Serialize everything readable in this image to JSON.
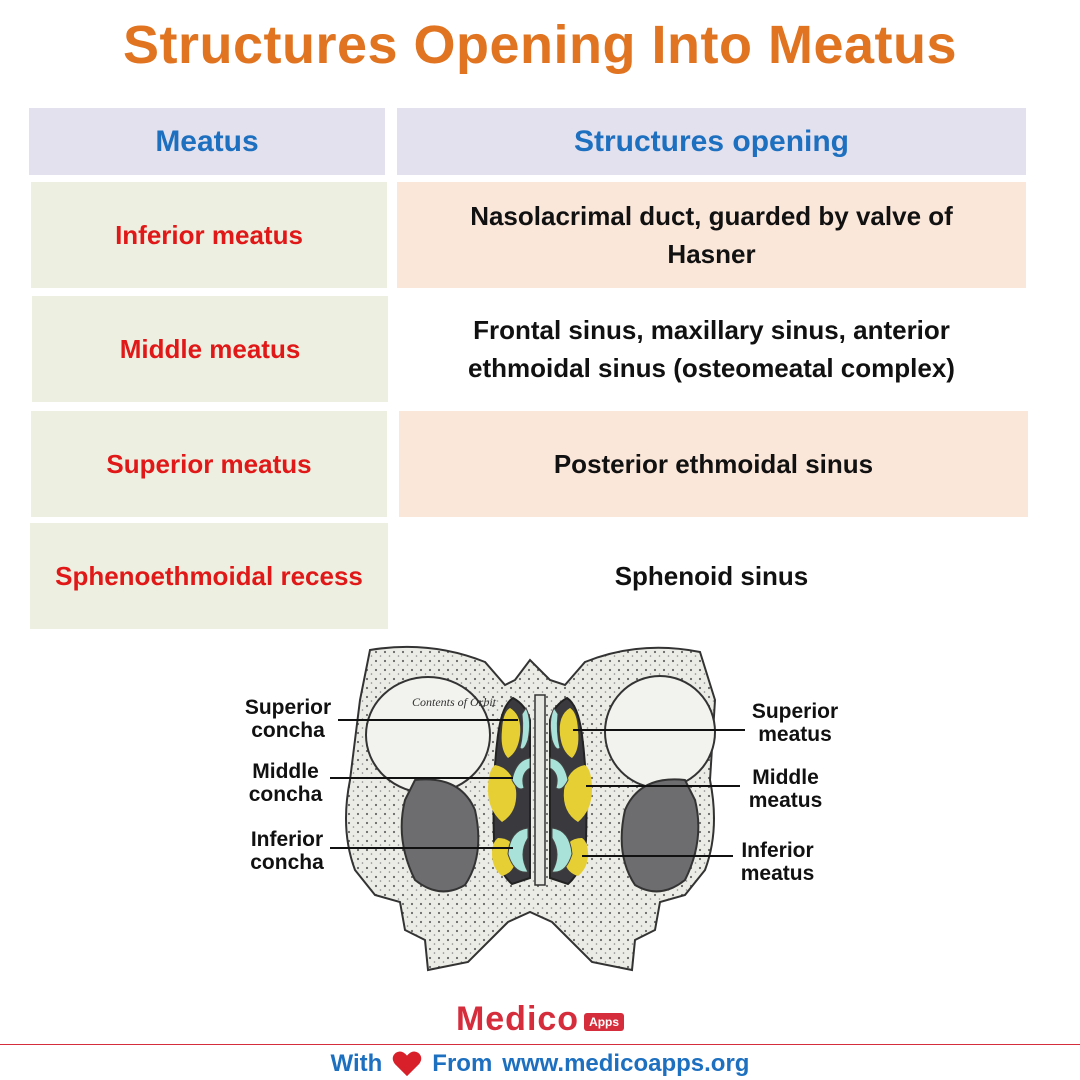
{
  "title": "Structures Opening Into Meatus",
  "table": {
    "headers": [
      "Meatus",
      "Structures opening"
    ],
    "rows": [
      {
        "meatus": "Inferior meatus",
        "structures": "Nasolacrimal duct, guarded by valve of Hasner"
      },
      {
        "meatus": "Middle meatus",
        "structures": "Frontal sinus, maxillary sinus, anterior ethmoidal sinus (osteomeatal complex)"
      },
      {
        "meatus": "Superior meatus",
        "structures": "Posterior ethmoidal sinus"
      },
      {
        "meatus": "Sphenoethmoidal recess",
        "structures": "Sphenoid sinus"
      }
    ]
  },
  "diagram": {
    "orbit_text": "Contents of Orbit",
    "labels_left": [
      "Superior concha",
      "Middle concha",
      "Inferior concha"
    ],
    "labels_right": [
      "Superior meatus",
      "Middle meatus",
      "Inferior meatus"
    ],
    "colors": {
      "concha": "#a9e2d8",
      "meatus": "#e6cf35",
      "cavity": "#3a3a3e",
      "bone": "#e9e9e3"
    }
  },
  "brand": {
    "name": "Medico",
    "tag": "Apps"
  },
  "footer": {
    "with": "With",
    "from": "From",
    "url": "www.medicoapps.org"
  },
  "colors": {
    "title": "#e07420",
    "header_text": "#1d6fbf",
    "meatus_text": "#e01818",
    "header_bg": "#e4e1ee",
    "meatus_bg": "#edf0e0",
    "peach_bg": "#fbe7da"
  }
}
